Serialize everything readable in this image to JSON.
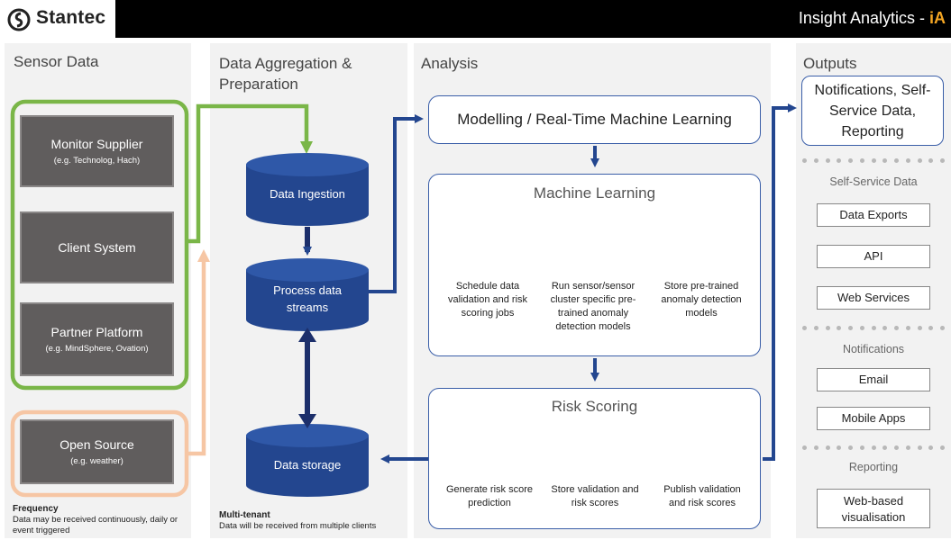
{
  "header": {
    "logo_text": "Stantec",
    "brand_text": "Insight Analytics - ",
    "brand_accent": "iA",
    "accent_color": "#f5a623"
  },
  "columns": {
    "sensor": "Sensor Data",
    "aggregation": "Data Aggregation & Preparation",
    "analysis": "Analysis",
    "outputs": "Outputs"
  },
  "sensor_sources": [
    {
      "title": "Monitor Supplier",
      "sub": "(e.g. Technolog, Hach)"
    },
    {
      "title": "Client System",
      "sub": ""
    },
    {
      "title": "Partner Platform",
      "sub": "(e.g. MindSphere, Ovation)"
    },
    {
      "title": "Open Source",
      "sub": "(e.g. weather)"
    }
  ],
  "frequency_note": {
    "title": "Frequency",
    "text": "Data may be received continuously, daily or event triggered"
  },
  "aggregation": {
    "ingestion": "Data Ingestion",
    "process": "Process data streams",
    "storage": "Data storage",
    "note_title": "Multi-tenant",
    "note_text": "Data will be received from multiple clients"
  },
  "analysis": {
    "modelling": "Modelling / Real-Time Machine Learning",
    "ml_title": "Machine Learning",
    "ml_items": [
      {
        "icon": "clock-icon",
        "caption": "Schedule data validation and risk scoring jobs"
      },
      {
        "icon": "triangle-icon",
        "caption": "Run sensor/sensor cluster specific pre-trained anomaly detection models"
      },
      {
        "icon": "database-icon",
        "caption": "Store pre-trained anomaly detection models"
      }
    ],
    "risk_title": "Risk Scoring",
    "risk_items": [
      {
        "icon": "plus-icon",
        "caption": "Generate risk score prediction"
      },
      {
        "icon": "database-icon",
        "caption": "Store validation and risk scores"
      },
      {
        "icon": "wave-document-icon",
        "caption": "Publish validation and risk scores"
      }
    ]
  },
  "outputs": {
    "main": "Notifications, Self-Service Data, Reporting",
    "sections": [
      {
        "title": "Self-Service Data",
        "items": [
          "Data Exports",
          "API",
          "Web Services"
        ]
      },
      {
        "title": "Notifications",
        "items": [
          "Email",
          "Mobile Apps"
        ]
      },
      {
        "title": "Reporting",
        "items": [
          "Web-based visualisation"
        ]
      }
    ]
  },
  "colors": {
    "navy": "#23468f",
    "green": "#7ab648",
    "peach": "#f6c6a4",
    "gold": "#f5c142"
  }
}
